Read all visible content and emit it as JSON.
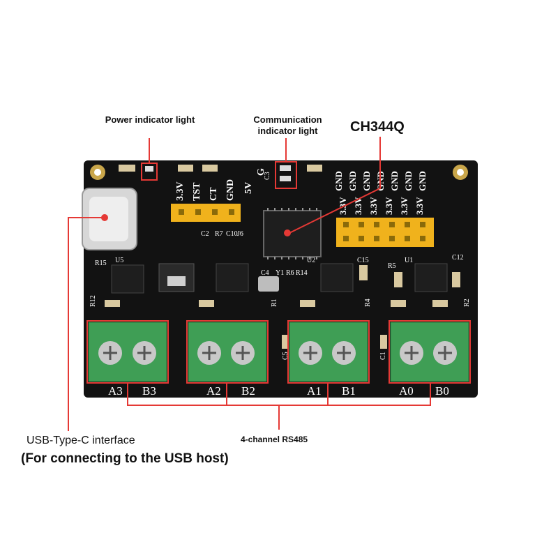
{
  "annotations": {
    "power_indicator": "Power indicator light",
    "comm_indicator": "Communication indicator light",
    "chip": "CH344Q",
    "usb_line1": "USB-Type-C interface",
    "usb_line2": "(For connecting to the USB host)",
    "rs485": "4-channel RS485"
  },
  "board": {
    "left_header_labels": [
      "3.3V",
      "TST",
      "CT",
      "GND"
    ],
    "right_header_labels": [
      "GND",
      "GND",
      "GND",
      "GND",
      "GND",
      "GND",
      "GND"
    ],
    "right_header_labels_lower": [
      "3.3V",
      "3.3V",
      "3.3V",
      "3.3V",
      "3.3V",
      "3.3V"
    ],
    "power_labels": [
      "5V",
      "G"
    ],
    "terminal_labels": [
      "A3",
      "B3",
      "A2",
      "B2",
      "A1",
      "B1",
      "A0",
      "B0"
    ],
    "silk_refs": [
      "R15",
      "U5",
      "U2",
      "U1",
      "C15",
      "C12",
      "R5",
      "R12",
      "R4",
      "R2",
      "R1",
      "C5",
      "C1",
      "C3",
      "C4",
      "Y1",
      "R6",
      "R14",
      "C2",
      "R7",
      "C10",
      "J6"
    ]
  },
  "colors": {
    "pcb": "#111111",
    "terminal": "#3f9e55",
    "header": "#f0b21c",
    "callout": "#e53935"
  }
}
